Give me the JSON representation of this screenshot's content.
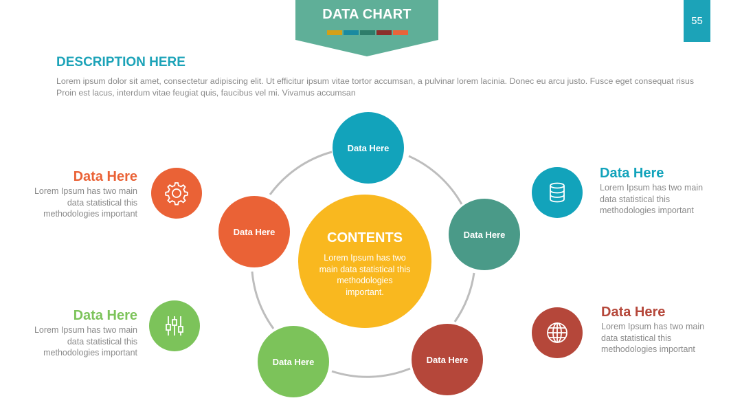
{
  "header": {
    "title": "DATA CHART",
    "banner_color": "#5faf98",
    "swatch_colors": [
      "#d4a018",
      "#1a8aa0",
      "#2e7d6a",
      "#8b2f2a",
      "#e8643a"
    ]
  },
  "page_number": "55",
  "description": {
    "title": "DESCRIPTION HERE",
    "text": "Lorem ipsum dolor sit amet, consectetur adipiscing elit. Ut efficitur ipsum vitae tortor accumsan, a pulvinar lorem lacinia. Donec eu arcu justo. Fusce eget consequat risus Proin est lacus, interdum vitae feugiat quis, faucibus vel mi.  Vivamus accumsan"
  },
  "center": {
    "title": "CONTENTS",
    "text": "Lorem Ipsum has two main data statistical this methodologies important.",
    "color": "#f9b81f"
  },
  "nodes": [
    {
      "label": "Data Here",
      "color": "#12a3bb"
    },
    {
      "label": "Data Here",
      "color": "#4a9a88"
    },
    {
      "label": "Data Here",
      "color": "#b5473a"
    },
    {
      "label": "Data Here",
      "color": "#7cc35a"
    },
    {
      "label": "Data Here",
      "color": "#ea6236"
    }
  ],
  "side_items": [
    {
      "title": "Data Here",
      "text": "Lorem Ipsum has two main data statistical this methodologies important",
      "color": "#ea6236",
      "icon": "gear-icon"
    },
    {
      "title": "Data Here",
      "text": "Lorem Ipsum has two main data statistical this methodologies important",
      "color": "#7cc35a",
      "icon": "sliders-icon"
    },
    {
      "title": "Data Here",
      "text": "Lorem Ipsum has two main data statistical this methodologies important",
      "color": "#12a3bb",
      "icon": "database-icon"
    },
    {
      "title": "Data Here",
      "text": "Lorem Ipsum has two main data statistical this methodologies important",
      "color": "#b5473a",
      "icon": "globe-icon"
    }
  ]
}
